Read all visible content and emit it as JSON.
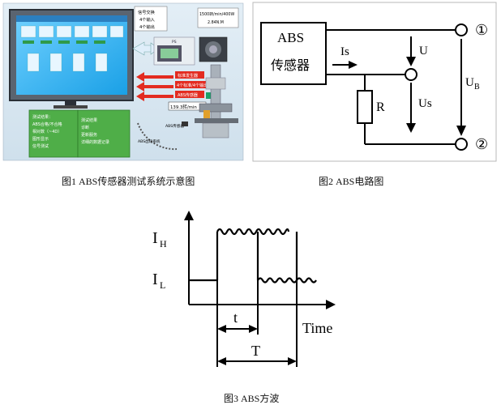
{
  "fig1": {
    "caption": "图1 ABS传感器测试系统示意图",
    "callout_top": [
      "信号交换",
      "4个输入",
      "4个输出"
    ],
    "mini_ps": "PS",
    "motor_spec": [
      "1500转/min/400W",
      "2.84N.M"
    ],
    "red_boxes": [
      "标准发生器",
      "4个标准/4个输出",
      "ABS传感器"
    ],
    "speed_box": "139.3转/min",
    "gear_label": "ABS传感器",
    "arc_label": "ABS齿轮系统",
    "results_left": [
      "测试结果：",
      "ABS合格/不合格",
      "相对数（~4D）",
      "图形显示",
      "信号测试"
    ],
    "results_right": [
      "测试结果",
      "诊断",
      "更新服务",
      "详细的数据记录"
    ]
  },
  "fig2": {
    "caption": "图2 ABS电路图",
    "box_line1": "ABS",
    "box_line2": "传感器",
    "label_is": "Is",
    "label_u": "U",
    "label_ub": "U",
    "label_ub_sub": "B",
    "label_us": "Us",
    "label_r": "R",
    "terminal1": "①",
    "terminal2": "②"
  },
  "fig3": {
    "caption": "图3 ABS方波",
    "label_ih": "I",
    "label_ih_sub": "H",
    "label_il": "I",
    "label_il_sub": "L",
    "label_t_small": "t",
    "label_t_big": "T",
    "label_time": "Time"
  }
}
